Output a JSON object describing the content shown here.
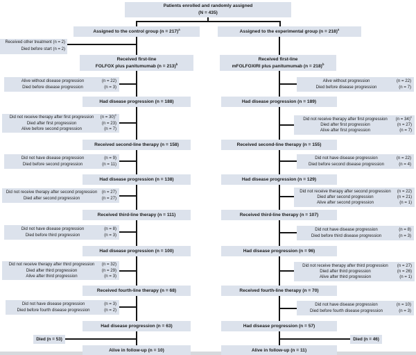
{
  "colors": {
    "box_fill": "#dce2ec",
    "line": "#141414",
    "background": "#ffffff"
  },
  "enrollment": {
    "line1": "Patients enrolled and randomly assigned",
    "line2": "(N = 435)"
  },
  "control": {
    "assigned": {
      "text": "Assigned to the control group (n = 217)",
      "sup": "a"
    },
    "excluded": {
      "line1": "Received other treatment (n = 2)",
      "line2": "Died before start (n = 2)"
    },
    "first_line": {
      "line1": "Received first-line",
      "line2": "FOLFOX plus panitumumab (n = 213)",
      "sup": "b"
    },
    "first_outcome": {
      "rows": [
        {
          "label": "Alive without disease progression",
          "n": "(n = 22)"
        },
        {
          "label": "Died before disease progression",
          "n": "(n = 3)"
        }
      ]
    },
    "progression1": "Had disease progression (n = 188)",
    "no_therapy1": {
      "rows": [
        {
          "label": "Did not receive therapy after first progression",
          "n": "(n = 30)",
          "sup": "c"
        },
        {
          "label": "Died after first progression",
          "n": "(n = 23)"
        },
        {
          "label": "Alive before second progression",
          "n": "(n = 7)"
        }
      ]
    },
    "second_line": "Received second-line therapy (n = 158)",
    "second_outcome": {
      "rows": [
        {
          "label": "Did not have disease progression",
          "n": "(n = 9)"
        },
        {
          "label": "Died before second progression",
          "n": "(n = 11)"
        }
      ]
    },
    "progression2": "Had disease progression (n = 138)",
    "no_therapy2": {
      "rows": [
        {
          "label": "Did not receive therapy after second progression",
          "n": "(n = 27)"
        },
        {
          "label": "Died after second progression",
          "n": "(n = 27)"
        }
      ]
    },
    "third_line": "Received third-line therapy (n = 111)",
    "third_outcome": {
      "rows": [
        {
          "label": "Did not have disease progression",
          "n": "(n = 8)"
        },
        {
          "label": "Died before third progression",
          "n": "(n = 3)"
        }
      ]
    },
    "progression3": "Had disease progression (n = 100)",
    "no_therapy3": {
      "rows": [
        {
          "label": "Did not receive therapy after third progression",
          "n": "(n = 32)"
        },
        {
          "label": "Died after third progression",
          "n": "(n = 29)"
        },
        {
          "label": "Alive after third progression",
          "n": "(n = 3)"
        }
      ]
    },
    "fourth_line": "Received fourth-line therapy (n = 68)",
    "fourth_outcome": {
      "rows": [
        {
          "label": "Did not have disease progression",
          "n": "(n = 3)"
        },
        {
          "label": "Died before fourth disease progression",
          "n": "(n = 2)"
        }
      ]
    },
    "progression4": "Had disease progression (n = 63)",
    "died": "Died (n = 53)",
    "alive": "Alive in follow-up (n = 10)"
  },
  "experimental": {
    "assigned": {
      "text": "Assigned to the experimental group (n = 218)",
      "sup": "a"
    },
    "first_line": {
      "line1": "Received first-line",
      "line2": "mFOLFOXIRI plus panitumumab (n = 218)",
      "sup": "b"
    },
    "first_outcome": {
      "rows": [
        {
          "label": "Alive without progression",
          "n": "(n = 22)"
        },
        {
          "label": "Died before disease progression",
          "n": "(n = 7)"
        }
      ]
    },
    "progression1": "Had disease progression (n = 189)",
    "no_therapy1": {
      "rows": [
        {
          "label": "Did not receive therapy after first progression",
          "n": "(n = 34)",
          "sup": "c"
        },
        {
          "label": "Died after first progression",
          "n": "(n = 27)"
        },
        {
          "label": "Alive after first progression",
          "n": "(n = 7)"
        }
      ]
    },
    "second_line": "Received second-line therapy (n = 155)",
    "second_outcome": {
      "rows": [
        {
          "label": "Did not have disease progression",
          "n": "(n = 22)"
        },
        {
          "label": "Died before second disease progression",
          "n": "(n = 4)"
        }
      ]
    },
    "progression2": "Had disease progression (n = 129)",
    "no_therapy2": {
      "rows": [
        {
          "label": "Did not receive therapy after second progression",
          "n": "(n = 22)"
        },
        {
          "label": "Died after second progression",
          "n": "(n = 21)"
        },
        {
          "label": "Alive after second progression",
          "n": "(n = 1)"
        }
      ]
    },
    "third_line": "Received third-line therapy (n = 107)",
    "third_outcome": {
      "rows": [
        {
          "label": "Did not have disease progression",
          "n": "(n = 8)"
        },
        {
          "label": "Died before third disease progression",
          "n": "(n = 3)"
        }
      ]
    },
    "progression3": "Had disease progression (n = 96)",
    "no_therapy3": {
      "rows": [
        {
          "label": "Did not receive therapy after third progression",
          "n": "(n = 27)"
        },
        {
          "label": "Died after third progression",
          "n": "(n = 26)"
        },
        {
          "label": "Alive after third progression",
          "n": "(n = 1)"
        }
      ]
    },
    "fourth_line": "Received fourth-line therapy (n = 70)",
    "fourth_outcome": {
      "rows": [
        {
          "label": "Did not have disease progression",
          "n": "(n = 10)"
        },
        {
          "label": "Died before fourth disease progression",
          "n": "(n = 3)"
        }
      ]
    },
    "progression4": "Had disease progression (n = 57)",
    "died": "Died (n = 46)",
    "alive": "Alive in follow-up (n = 11)"
  }
}
